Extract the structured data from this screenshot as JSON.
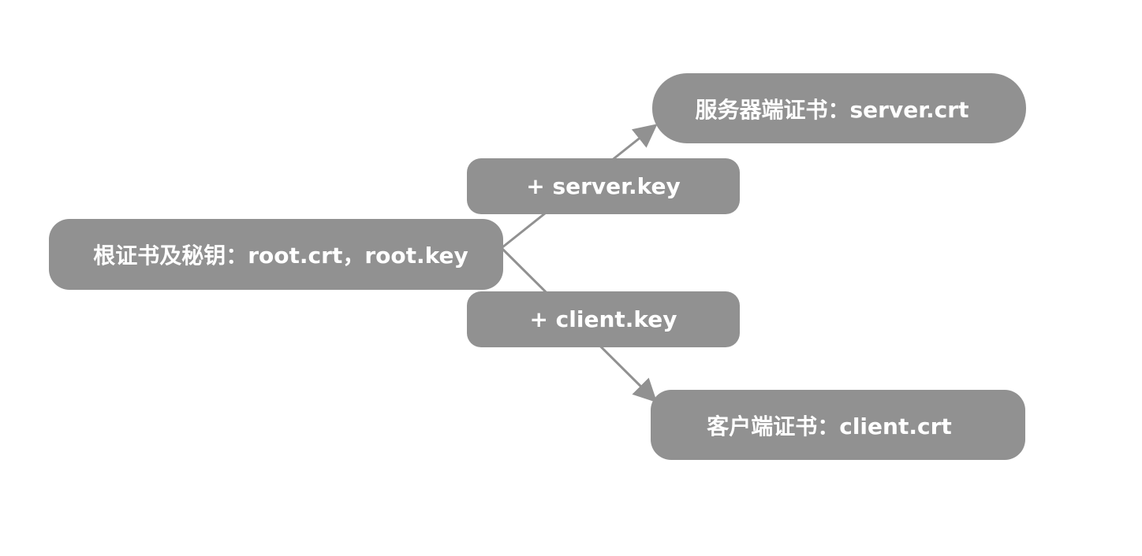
{
  "colors": {
    "node_fill": "#919191",
    "edge": "#919191",
    "text": "#ffffff",
    "background": "#ffffff"
  },
  "nodes": {
    "root": {
      "label": "根证书及秘钥：root.crt，root.key"
    },
    "server_cert": {
      "label": "服务器端证书：server.crt"
    },
    "client_cert": {
      "label": "客户端证书：client.crt"
    }
  },
  "edges": {
    "to_server": {
      "label": "+ server.key"
    },
    "to_client": {
      "label": "+ client.key"
    }
  }
}
